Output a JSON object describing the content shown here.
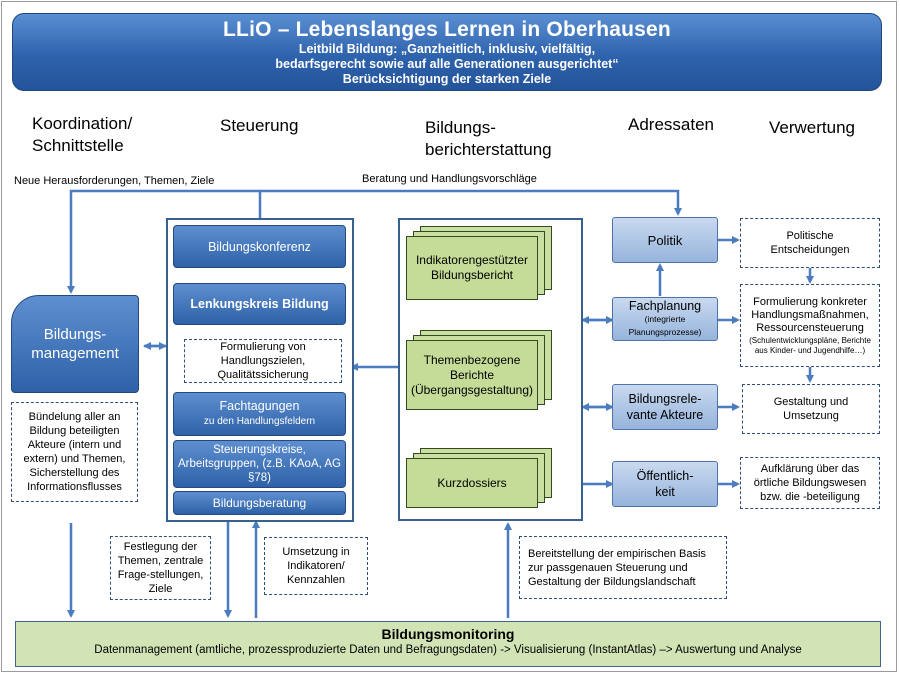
{
  "header": {
    "title": "LLiO – Lebenslanges Lernen in Oberhausen",
    "line1": "Leitbild Bildung: „Ganzheitlich, inklusiv, vielfältig,",
    "line2": "bedarfsgerecht sowie auf alle Generationen ausgerichtet“",
    "line3": "Berücksichtigung der starken Ziele"
  },
  "columns": {
    "koordination_1": "Koordination/",
    "koordination_2": "Schnittstelle",
    "steuerung": "Steuerung",
    "bericht_1": "Bildungs-",
    "bericht_2": "berichterstattung",
    "adressaten": "Adressaten",
    "verwertung": "Verwertung"
  },
  "flow_labels": {
    "left": "Neue Herausforderungen, Themen, Ziele",
    "right": "Beratung und Handlungsvorschläge"
  },
  "management": {
    "title_1": "Bildungs-",
    "title_2": "management",
    "note": "Bündelung aller an Bildung beteiligten Akteure (intern und extern) und Themen, Sicherstellung des Informationsflusses"
  },
  "steuerung": {
    "konferenz": "Bildungskonferenz",
    "lenkungskreis": "Lenkungskreis Bildung",
    "formulierung": "Formulierung von Handlungszielen, Qualitätssicherung",
    "fachtagungen": "Fachtagungen",
    "fachtagungen_sub": "zu den Handlungsfeldern",
    "kreise": "Steuerungskreise, Arbeitsgruppen, (z.B. KAoA, AG §78)",
    "beratung": "Bildungsberatung"
  },
  "berichte": {
    "indikatoren": "Indikatorengestützter Bildungsbericht",
    "themen_1": "Themenbezogene",
    "themen_2": "Berichte",
    "themen_3": "(Übergangsgestaltung)",
    "kurz": "Kurzdossiers"
  },
  "adressaten": {
    "politik": "Politik",
    "fachplanung": "Fachplanung",
    "fachplanung_sub": "(integrierte Planungsprozesse)",
    "akteure_1": "Bildungsrele-",
    "akteure_2": "vante Akteure",
    "oeff_1": "Öffentlich-",
    "oeff_2": "keit"
  },
  "verwertung": {
    "politisch": "Politische Entscheidungen",
    "handlung_1": "Formulierung konkreter Handlungsmaßnahmen, Ressourcensteuerung",
    "handlung_2": "(Schulentwicklungspläne, Berichte aus Kinder- und Jugendhilfe…)",
    "gestaltung": "Gestaltung und Umsetzung",
    "aufklaerung": "Aufklärung über das örtliche Bildungswesen bzw. die -beteiligung"
  },
  "notes": {
    "festlegung": "Festlegung der Themen, zentrale Frage-stellungen, Ziele",
    "umsetzung": "Umsetzung in Indikatoren/ Kennzahlen",
    "bereitstellung": "Bereitstellung der empirischen Basis zur passgenauen Steuerung und Gestaltung der Bildungslandschaft"
  },
  "monitoring": {
    "title": "Bildungsmonitoring",
    "subtitle": "Datenmanagement (amtliche, prozessproduzierte Daten und Befragungsdaten) -> Visualisierung (InstantAtlas) –> Auswertung und Analyse"
  },
  "colors": {
    "banner": "#2e63ad",
    "box_blue": "#3f73bb",
    "box_light": "#b3c8e6",
    "report_green": "#c4dc97",
    "monitoring_green": "#d2e4b6",
    "arrow": "#4a7cbf"
  }
}
